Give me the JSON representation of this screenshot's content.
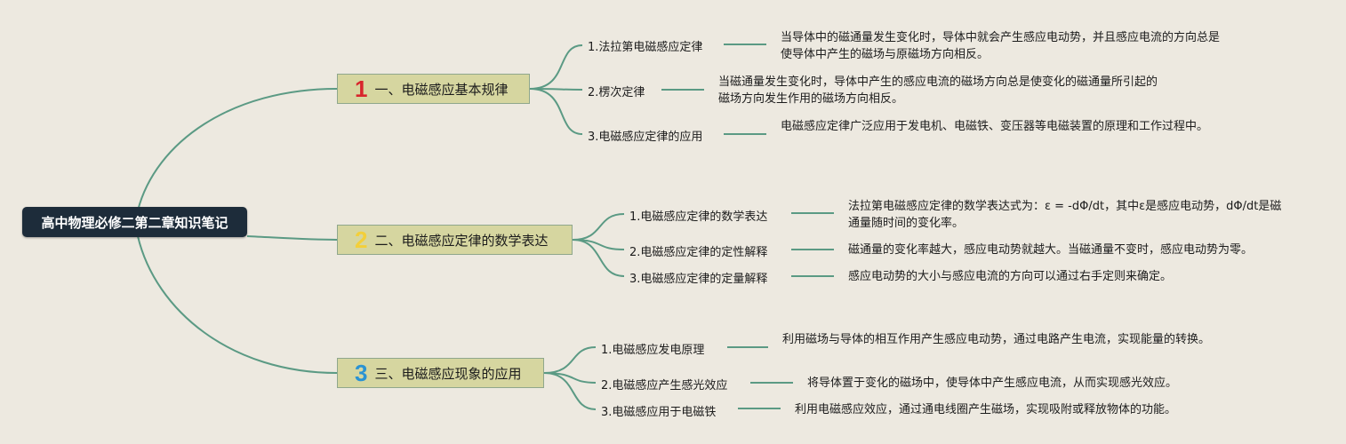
{
  "root": {
    "label": "高中物理必修二第二章知识笔记"
  },
  "branches": [
    {
      "number": "1",
      "number_color": "#d8262c",
      "label": "一、电磁感应基本规律",
      "children": [
        {
          "label": "1.法拉第电磁感应定律",
          "desc": "当导体中的磁通量发生变化时，导体中就会产生感应电动势，并且感应电流的方向总是使导体中产生的磁场与原磁场方向相反。"
        },
        {
          "label": "2.楞次定律",
          "desc": "当磁通量发生变化时，导体中产生的感应电流的磁场方向总是使变化的磁通量所引起的磁场方向发生作用的磁场方向相反。"
        },
        {
          "label": "3.电磁感应定律的应用",
          "desc": "电磁感应定律广泛应用于发电机、电磁铁、变压器等电磁装置的原理和工作过程中。"
        }
      ]
    },
    {
      "number": "2",
      "number_color": "#f3cf3a",
      "label": "二、电磁感应定律的数学表达",
      "children": [
        {
          "label": "1.电磁感应定律的数学表达",
          "desc": "法拉第电磁感应定律的数学表达式为：ε = -dΦ/dt，其中ε是感应电动势，dΦ/dt是磁通量随时间的变化率。"
        },
        {
          "label": "2.电磁感应定律的定性解释",
          "desc": "磁通量的变化率越大，感应电动势就越大。当磁通量不变时，感应电动势为零。"
        },
        {
          "label": "3.电磁感应定律的定量解释",
          "desc": "感应电动势的大小与感应电流的方向可以通过右手定则来确定。"
        }
      ]
    },
    {
      "number": "3",
      "number_color": "#2a93d3",
      "label": "三、电磁感应现象的应用",
      "children": [
        {
          "label": "1.电磁感应发电原理",
          "desc": "利用磁场与导体的相互作用产生感应电动势，通过电路产生电流，实现能量的转换。"
        },
        {
          "label": "2.电磁感应产生感光效应",
          "desc": "将导体置于变化的磁场中，使导体中产生感应电流，从而实现感光效应。"
        },
        {
          "label": "3.电磁感应用于电磁铁",
          "desc": "利用电磁感应效应，通过通电线圈产生磁场，实现吸附或释放物体的功能。"
        }
      ]
    }
  ],
  "colors": {
    "line": "#5b9a84",
    "background": "#ede9e0",
    "root_bg": "#1d2c3a",
    "branch_bg": "#d6d6a0"
  }
}
